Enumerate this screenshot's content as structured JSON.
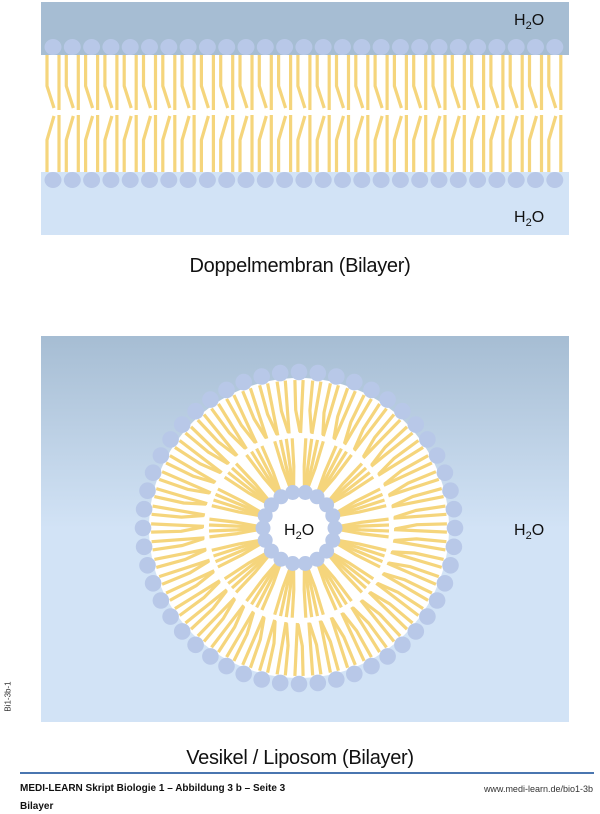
{
  "colors": {
    "water_dark": "#a6bdd3",
    "water_light": "#d2e3f6",
    "head": "#b8c8e8",
    "tail": "#f5d57c",
    "rule": "#4a76b0"
  },
  "diagram_top": {
    "label_top": "H",
    "label_bottom": "H",
    "sub": "2",
    "suffix": "O",
    "caption": "Doppelmembran (Bilayer)"
  },
  "diagram_bottom": {
    "label_inner": "H",
    "label_outer": "H",
    "sub": "2",
    "suffix": "O",
    "caption": "Vesikel / Liposom (Bilayer)"
  },
  "footer": {
    "title": "MEDI-LEARN Skript Biologie 1 – Abbildung 3 b – Seite 3",
    "subtitle": "Bilayer",
    "url": "www.medi-learn.de/bio1-3b",
    "side_id": "Bi1-3b-1"
  }
}
